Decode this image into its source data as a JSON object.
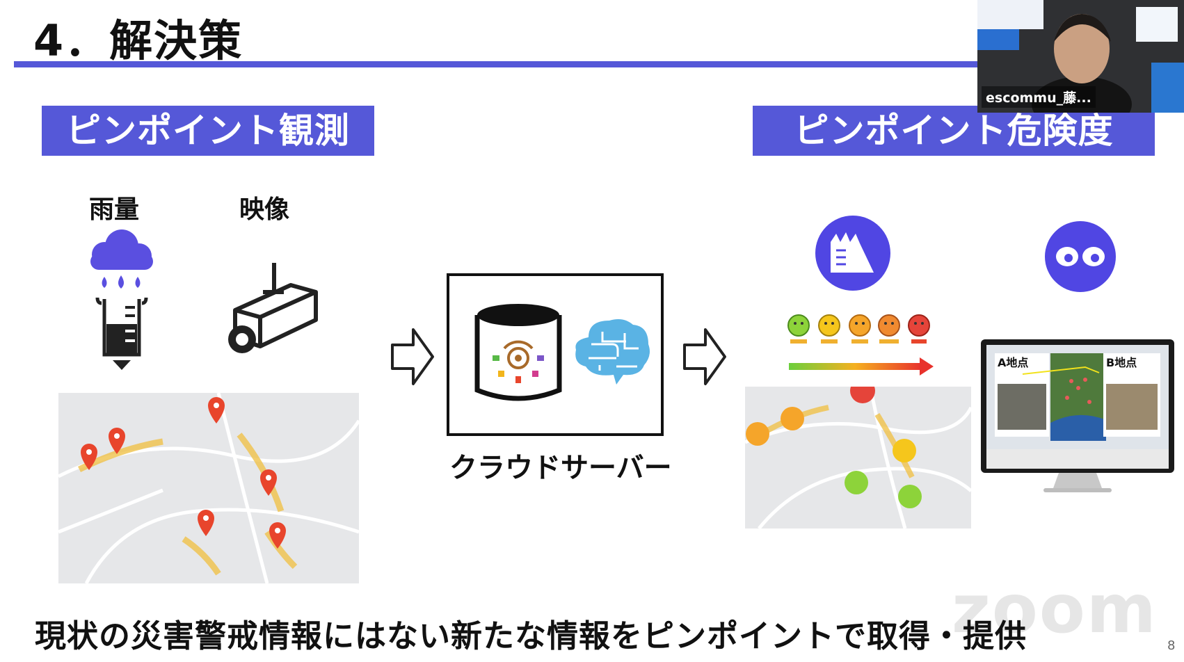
{
  "slide": {
    "title": "4．解決策",
    "page_number": "8",
    "bottom_message": "現状の災害警戒情報にはない新たな情報をピンポイントで取得・提供"
  },
  "left_section": {
    "banner": "ピンポイント観測",
    "sensors": [
      {
        "label": "雨量",
        "icon": "rain-gauge-icon"
      },
      {
        "label": "映像",
        "icon": "cctv-camera-icon"
      }
    ],
    "map_icon": "map-with-pins"
  },
  "center_section": {
    "server_label": "クラウドサーバー",
    "icons": [
      "database-icon",
      "ai-brain-icon"
    ]
  },
  "right_section": {
    "banner": "ピンポイント危険度",
    "icons": [
      "landslide-icon",
      "eyes-icon"
    ],
    "risk_faces": [
      "green",
      "yellow",
      "orange",
      "orange-red",
      "red"
    ],
    "monitor_labels": [
      "A地点",
      "B地点"
    ]
  },
  "video": {
    "participant_name": "escommu_藤..."
  },
  "watermark": "zoom",
  "colors": {
    "accent": "#5558d8",
    "icon_circle": "#5046e3",
    "rain_cloud": "#5a4fe0",
    "pin": "#e8452c"
  }
}
